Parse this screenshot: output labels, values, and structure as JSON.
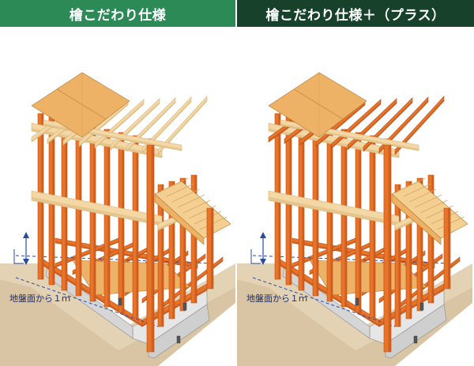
{
  "panels": [
    {
      "title": "檜こだわり仕様",
      "header_color": "#2c8a56",
      "ground_label": "地盤面から１ｍ",
      "rafter_color": "light"
    },
    {
      "title": "檜こだわり仕様＋（プラス）",
      "header_color": "#18412c",
      "ground_label": "地盤面から１ｍ",
      "rafter_color": "orange"
    }
  ],
  "colors": {
    "frame_orange": "#e8742a",
    "frame_shadow": "#b9501a",
    "timber_light": "#f3d7a4",
    "timber_light_shadow": "#d9b57a",
    "plywood": "#eeb266",
    "ground": "#d9c4a3",
    "foundation": "#e6e6e6",
    "dimension_blue": "#2a4ba0"
  }
}
